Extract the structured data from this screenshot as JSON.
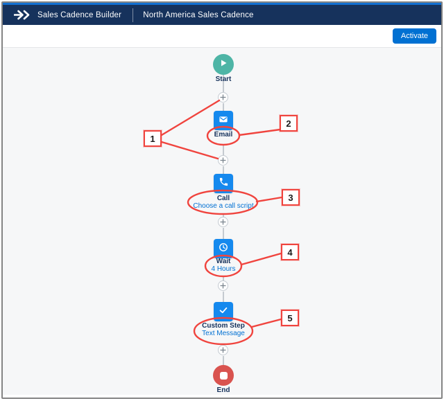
{
  "header": {
    "app_title": "Sales Cadence Builder",
    "record_title": "North America Sales Cadence"
  },
  "toolbar": {
    "activate_label": "Activate"
  },
  "flow": {
    "start_label": "Start",
    "end_label": "End",
    "steps": [
      {
        "label": "Email",
        "sublabel": "",
        "icon": "envelope-icon"
      },
      {
        "label": "Call",
        "sublabel": "Choose a call script",
        "icon": "phone-icon"
      },
      {
        "label": "Wait",
        "sublabel": "4 Hours",
        "icon": "clock-icon"
      },
      {
        "label": "Custom Step",
        "sublabel": "Text Message",
        "icon": "check-icon"
      }
    ]
  },
  "annotations": {
    "callouts": [
      "1",
      "2",
      "3",
      "4",
      "5"
    ]
  },
  "colors": {
    "header_navy": "#16325c",
    "accent_blue": "#0070d2",
    "step_blue": "#1589ee",
    "start_teal": "#4eb5a6",
    "end_red": "#d9534f",
    "annotation_red": "#f0443e"
  }
}
